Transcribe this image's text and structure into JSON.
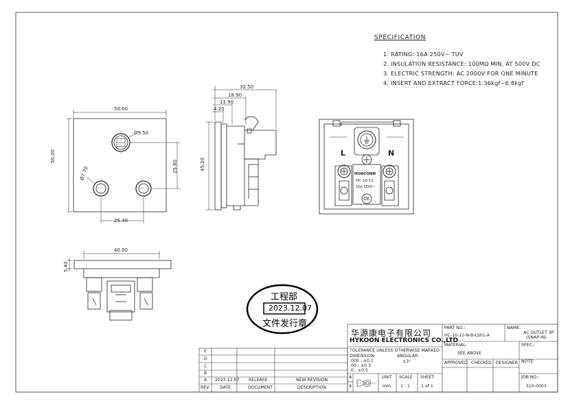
{
  "specification": {
    "title": "SPECIFICATION",
    "items": [
      "1. RATING: 16A 250V~   TUV",
      "2. INSULATION RESISTANCE: 100MΩ MIN, AT 500V DC",
      "3. ELECTRIC STRENGTH: AC 2000V FOR ONE MINUTE",
      "4. INSERT AND EXTRACT FORCE:1.36kgf~6.8kgf"
    ]
  },
  "front_view": {
    "width_dim": "50.00",
    "height_dim": "50.00",
    "big_hole_dim": "Ø9.50",
    "small_hole_dim": "Ø7.70",
    "pin_spacing_v": "25.60",
    "pin_spacing_h": "25.30"
  },
  "side_view": {
    "dims": [
      "32.50",
      "18.90",
      "11.90",
      "4.20"
    ],
    "height_dim": "45.20"
  },
  "top_view": {
    "width_dim": "40.00",
    "thickness_dim": "5.40"
  },
  "rear_view": {
    "label_l": "L",
    "label_n": "N",
    "brand": "HUACONN",
    "model": "HC-10-12",
    "rating": "16A  250V~",
    "ce": "CE"
  },
  "stamp": {
    "top": "工程部",
    "date": "2023.12.07",
    "bottom": "文件发行章"
  },
  "title_block": {
    "company_cn": "华源康电子有限公司",
    "company_en": "HYKOON ELECTRONICS CO.,LTD",
    "part_no_label": "PART NO.:",
    "part_no": "HC-10-12-N-B-LS01-A",
    "name_label": "NAME:",
    "name_line1": "AC OUTLET 3P",
    "name_line2": "(SNAP-IN)",
    "tolerance_title": "TOLERANCE UNLESS OTHERWISE MARKED",
    "dimension_label": "DIMENSION:",
    "angular_label": "ANGULAR:",
    "tol_rows": [
      ".000  :  ±0.1",
      ".00   :  ±0.3",
      ".0    :  ±0.5"
    ],
    "angular_value": "±3°",
    "material_label": "MATERIAL:",
    "material": "SEE  ABOVE",
    "spec_label": "SPEC.:",
    "approved_label": "APPROVED",
    "checked_label": "CHECKED",
    "designer_label": "DESIGNER",
    "note_label": "NOTE:",
    "unit_label": "UNIT",
    "unit_value": "mm",
    "scale_label": "SCALE",
    "scale_value": "1 : 1",
    "sheet_label": "SHEET",
    "sheet_value": "1 of 1",
    "job_no_label": "JOB NO.:",
    "job_no": "S10-0003",
    "proj_a": "A",
    "proj_4": "4"
  },
  "revision_table": {
    "rows": [
      {
        "rev": "E",
        "date": "",
        "doc": "",
        "desc": ""
      },
      {
        "rev": "D",
        "date": "",
        "doc": "",
        "desc": ""
      },
      {
        "rev": "C",
        "date": "",
        "doc": "",
        "desc": ""
      },
      {
        "rev": "B",
        "date": "",
        "doc": "",
        "desc": ""
      },
      {
        "rev": "A",
        "date": "2023.12.07",
        "doc": "RELEASE",
        "desc": "NEW REVISION"
      }
    ],
    "headers": {
      "rev": "REV.",
      "date": "DATE",
      "doc": "DOCUMENT",
      "desc": "DESCRIPTION"
    }
  }
}
